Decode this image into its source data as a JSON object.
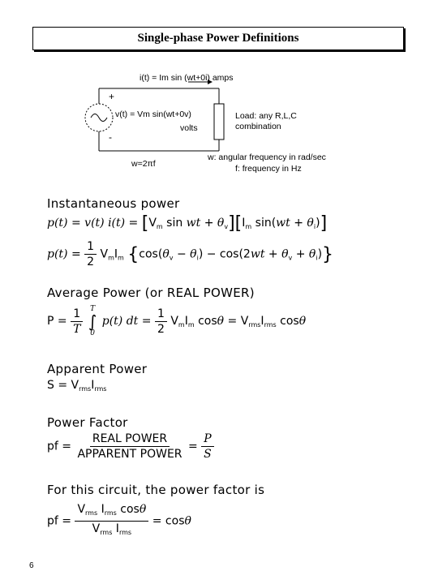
{
  "title": "Single-phase Power Definitions",
  "circuit": {
    "current_label": "i(t) = Im sin (wt+0i)  amps",
    "plus": "+",
    "minus": "-",
    "voltage_label": "v(t) = Vm sin(wt+0v)",
    "volts": "volts",
    "load_line1": "Load: any R,L,C",
    "load_line2": "combination",
    "omega_def": "w=2πf",
    "w_desc": "w: angular frequency in rad/sec",
    "f_desc": "f: frequency in Hz"
  },
  "sections": {
    "instantaneous": "Instantaneous power",
    "average": "Average Power (or REAL POWER)",
    "apparent": "Apparent Power",
    "pf": "Power Factor",
    "circuit_pf": "For this circuit,  the power factor is"
  },
  "pf_fraction": {
    "numerator": "REAL  POWER",
    "denominator": "APPARENT POWER"
  },
  "page_number": "6"
}
